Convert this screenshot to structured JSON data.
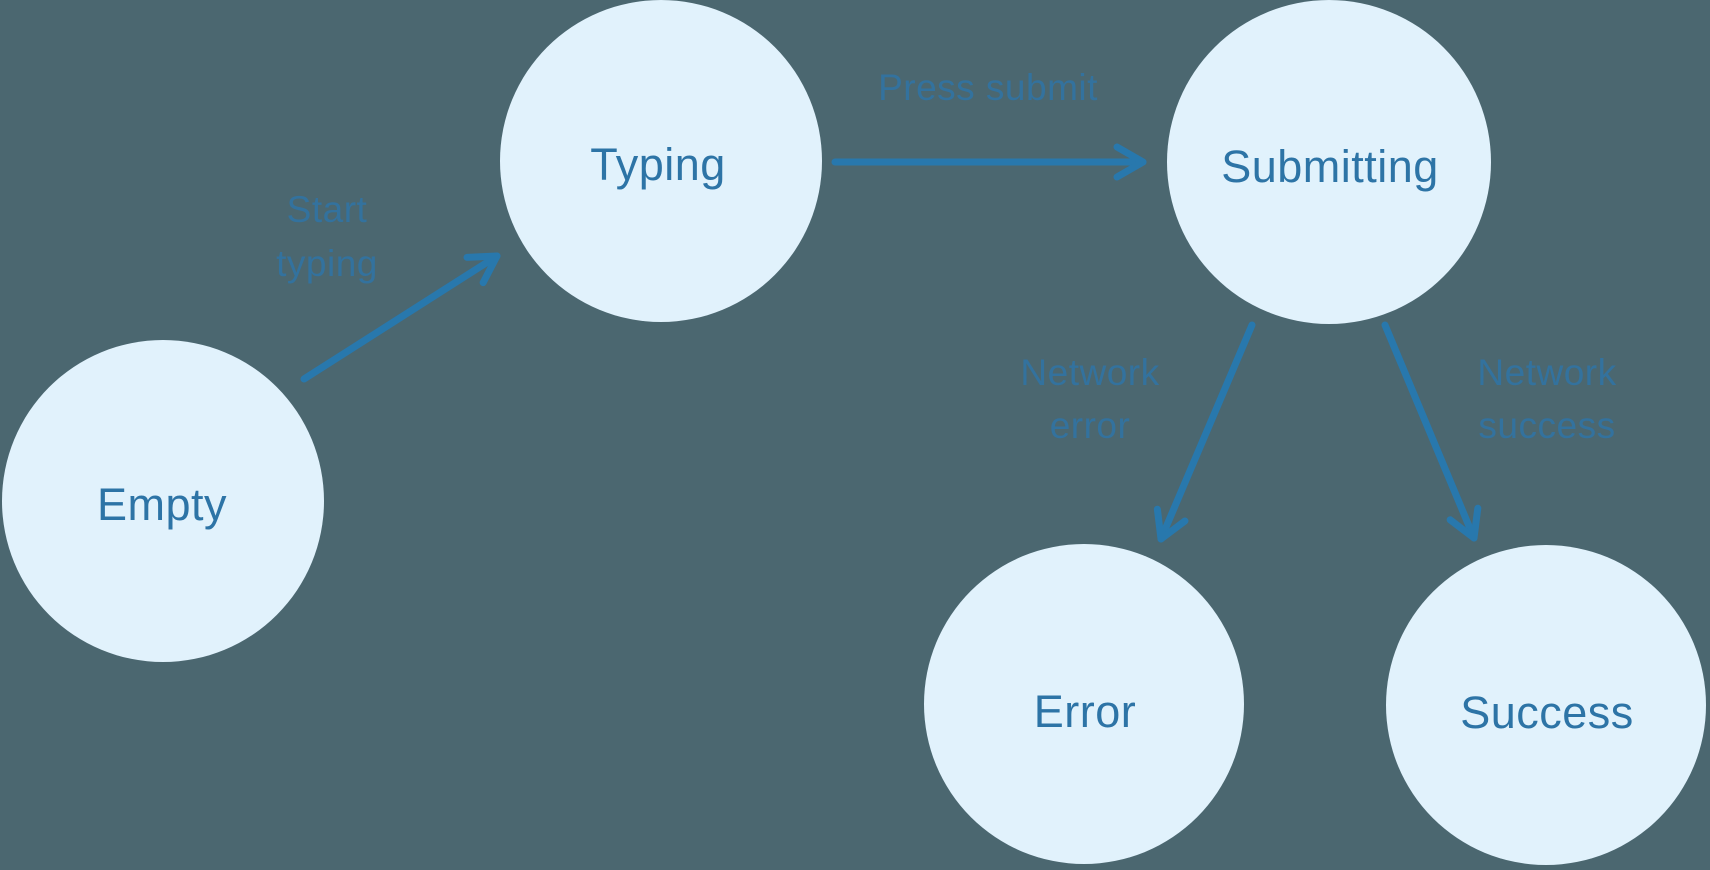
{
  "diagram": {
    "type": "state-machine",
    "background_color": "#4b6770",
    "node_fill_color": "#e1f2fc",
    "node_text_color": "#2d74a6",
    "arrow_color": "#2878ad",
    "edge_label_color": "#3173a2",
    "states": [
      {
        "id": "empty",
        "label": "Empty"
      },
      {
        "id": "typing",
        "label": "Typing"
      },
      {
        "id": "submitting",
        "label": "Submitting"
      },
      {
        "id": "error",
        "label": "Error"
      },
      {
        "id": "success",
        "label": "Success"
      }
    ],
    "transitions": [
      {
        "from": "empty",
        "to": "typing",
        "label": "Start typing",
        "lines": [
          "Start",
          "typing"
        ]
      },
      {
        "from": "typing",
        "to": "submitting",
        "label": "Press submit",
        "lines": [
          "Press submit"
        ]
      },
      {
        "from": "submitting",
        "to": "error",
        "label": "Network error",
        "lines": [
          "Network",
          "error"
        ]
      },
      {
        "from": "submitting",
        "to": "success",
        "label": "Network success",
        "lines": [
          "Network",
          "success"
        ]
      }
    ]
  }
}
